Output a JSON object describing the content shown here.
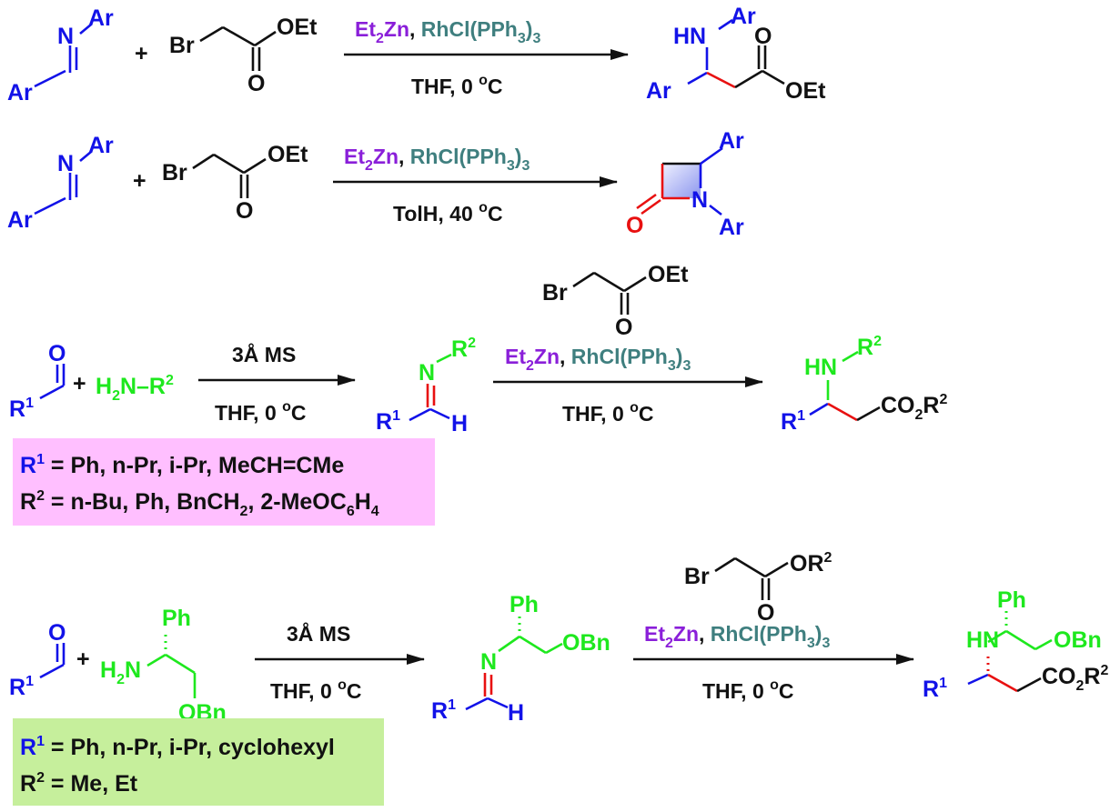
{
  "colors": {
    "aryl_blue": "#1212e8",
    "amine_green": "#1ee81e",
    "zinc_purple": "#8a1fd9",
    "rhodium_teal": "#3f7f7f",
    "new_bond_red": "#e81010",
    "bond_black": "#111111",
    "box_pink": "#ffbfff",
    "box_green": "#c6ef9c"
  },
  "labels": {
    "ar": "Ar",
    "n": "N",
    "hn": "HN",
    "br": "Br",
    "oet": "OEt",
    "o": "O",
    "ph": "Ph",
    "obn": "OBn",
    "h": "H",
    "r": "R",
    "sup1": "1",
    "sup2": "2",
    "sub2": "2",
    "sub3": "3",
    "sub4": "4",
    "sub6": "6",
    "plus": "+",
    "h2n_prefix": "H",
    "n_r_suffix": "N–R",
    "h2n_amine": "H",
    "amine_n": "N",
    "co2": "CO",
    "or": "OR"
  },
  "conditions": {
    "et": "Et",
    "zn": "Zn",
    "comma": ", ",
    "rh_prefix": "RhCl(PPh",
    "rh_suffix": ")",
    "thf_0c": "THF, 0 ",
    "toluene_40c": "TolH, 40 ",
    "degree_o": "o",
    "celsius": "C",
    "sieves": "3Å MS"
  },
  "substituents": {
    "box1": {
      "r1_values": " = Ph, n-Pr, i-Pr, MeCH=CMe",
      "r2_values_a": " = n-Bu, Ph, BnCH",
      "r2_values_b": ", 2-MeOC",
      "r2_values_c": "H"
    },
    "box2": {
      "r1_values": " = Ph, n-Pr, i-Pr, cyclohexyl",
      "r2_values": " = Me, Et"
    }
  }
}
